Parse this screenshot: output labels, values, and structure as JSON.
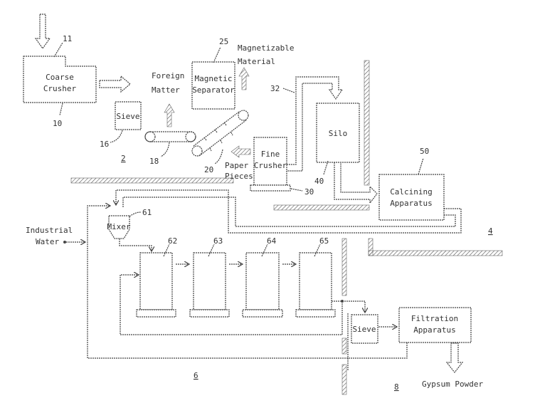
{
  "labels": {
    "coarse_crusher": [
      "Coarse",
      "Crusher"
    ],
    "sieve_top": "Sieve",
    "foreign_matter": [
      "Foreign",
      "Matter"
    ],
    "magnetic_separator": [
      "Magnetic",
      "Separator"
    ],
    "magnetizable_material": [
      "Magnetizable",
      "Material"
    ],
    "paper_pieces": [
      "Paper",
      "Pieces"
    ],
    "fine_crusher": [
      "Fine",
      "Crusher"
    ],
    "silo": "Silo",
    "calcining_apparatus": [
      "Calcining",
      "Apparatus"
    ],
    "mixer": "Mixer",
    "industrial_water": [
      "Industrial",
      "Water"
    ],
    "sieve_bottom": "Sieve",
    "filtration_apparatus": [
      "Filtration",
      "Apparatus"
    ],
    "gypsum_powder": "Gypsum Powder"
  },
  "refs": {
    "r11": "11",
    "r10": "10",
    "r16": "16",
    "r18": "18",
    "r20": "20",
    "r25": "25",
    "r30": "30",
    "r32": "32",
    "r40": "40",
    "r50": "50",
    "r61": "61",
    "r62": "62",
    "r63": "63",
    "r64": "64",
    "r65": "65"
  },
  "sections": {
    "s2": "2",
    "s4": "4",
    "s6": "6",
    "s8": "8"
  }
}
